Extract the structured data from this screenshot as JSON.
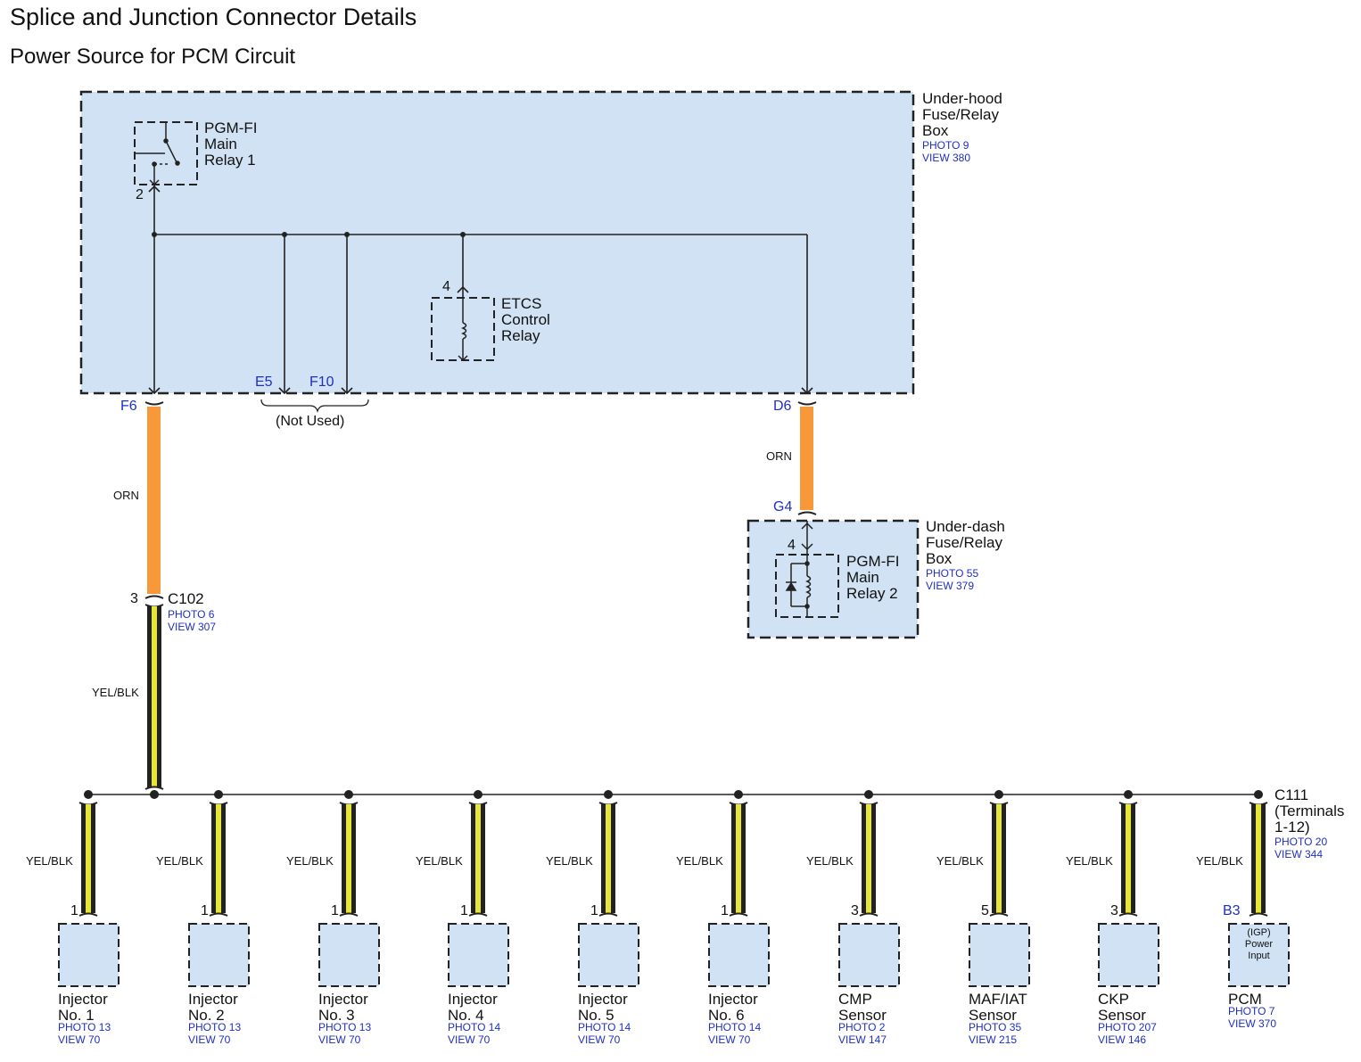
{
  "title": "Splice and Junction Connector Details",
  "subtitle": "Power Source for PCM Circuit",
  "colors": {
    "fill": "#d0e2f3",
    "orange": "#f7983a",
    "yellow": "#e6e63a",
    "ref": "#1f2fc4"
  },
  "underhood": {
    "name": [
      "Under-hood",
      "Fuse/Relay",
      "Box"
    ],
    "photo": "PHOTO 9",
    "view": "VIEW 380"
  },
  "relay1": {
    "name": [
      "PGM-FI",
      "Main",
      "Relay 1"
    ],
    "pin": "2"
  },
  "etcs": {
    "name": [
      "ETCS",
      "Control",
      "Relay"
    ],
    "pin": "4"
  },
  "terminals": {
    "f6": "F6",
    "e5": "E5",
    "f10": "F10",
    "d6": "D6",
    "g4": "G4",
    "not_used": "(Not Used)"
  },
  "wires": {
    "orn": "ORN",
    "yelblk": "YEL/BLK"
  },
  "underdash": {
    "name": [
      "Under-dash",
      "Fuse/Relay",
      "Box"
    ],
    "photo": "PHOTO 55",
    "view": "VIEW 379"
  },
  "relay2": {
    "name": [
      "PGM-FI",
      "Main",
      "Relay 2"
    ],
    "pin": "4"
  },
  "c102": {
    "name": "C102",
    "pin": "3",
    "photo": "PHOTO 6",
    "view": "VIEW 307"
  },
  "c111": {
    "name": [
      "C111",
      "(Terminals",
      "1-12)"
    ],
    "photo": "PHOTO 20",
    "view": "VIEW 344"
  },
  "loads": [
    {
      "name": [
        "Injector",
        "No. 1"
      ],
      "pin": "1",
      "photo": "PHOTO 13",
      "view": "VIEW 70"
    },
    {
      "name": [
        "Injector",
        "No. 2"
      ],
      "pin": "1",
      "photo": "PHOTO 13",
      "view": "VIEW 70"
    },
    {
      "name": [
        "Injector",
        "No. 3"
      ],
      "pin": "1",
      "photo": "PHOTO 13",
      "view": "VIEW 70"
    },
    {
      "name": [
        "Injector",
        "No. 4"
      ],
      "pin": "1",
      "photo": "PHOTO 14",
      "view": "VIEW 70"
    },
    {
      "name": [
        "Injector",
        "No. 5"
      ],
      "pin": "1",
      "photo": "PHOTO 14",
      "view": "VIEW 70"
    },
    {
      "name": [
        "Injector",
        "No. 6"
      ],
      "pin": "1",
      "photo": "PHOTO 14",
      "view": "VIEW 70"
    },
    {
      "name": [
        "CMP",
        "Sensor"
      ],
      "pin": "3",
      "photo": "PHOTO 2",
      "view": "VIEW 147"
    },
    {
      "name": [
        "MAF/IAT",
        "Sensor"
      ],
      "pin": "5",
      "photo": "PHOTO 35",
      "view": "VIEW 215"
    },
    {
      "name": [
        "CKP",
        "Sensor"
      ],
      "pin": "3",
      "photo": "PHOTO 207",
      "view": "VIEW 146"
    },
    {
      "name": [
        "PCM"
      ],
      "pin": "B3",
      "photo": "PHOTO 7",
      "view": "VIEW 370",
      "inner": [
        "(IGP)",
        "Power",
        "Input"
      ]
    }
  ]
}
